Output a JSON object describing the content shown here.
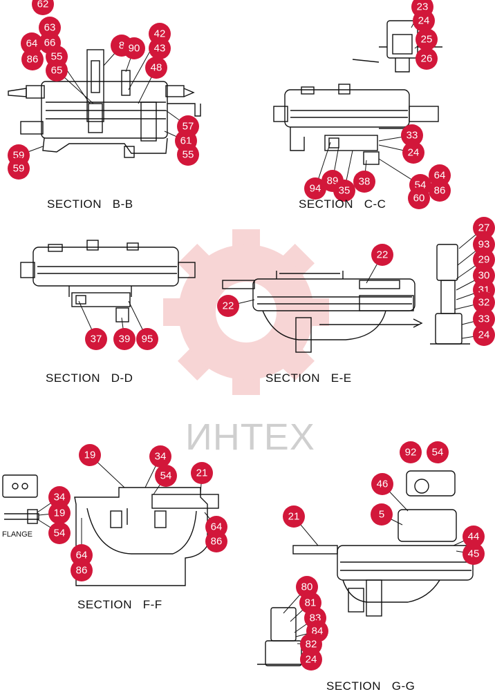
{
  "watermark": {
    "text": "ИНТЕХ",
    "color": "#e23b3b"
  },
  "colors": {
    "badge": "#d2173a",
    "line": "#111111",
    "watermark_gear": "#f2b3b3"
  },
  "flange_label": "FLANGE",
  "sections": [
    {
      "id": "bb",
      "label": "SECTION   B-B",
      "callouts": [
        "62",
        "63",
        "64",
        "66",
        "55",
        "86",
        "65",
        "8",
        "90",
        "42",
        "43",
        "48",
        "57",
        "61",
        "55",
        "59",
        "59"
      ]
    },
    {
      "id": "cc",
      "label": "SECTION   C-C",
      "callouts": [
        "23",
        "24",
        "25",
        "26",
        "33",
        "24",
        "94",
        "89",
        "35",
        "38",
        "64",
        "54",
        "86",
        "60"
      ]
    },
    {
      "id": "dd",
      "label": "SECTION   D-D",
      "callouts": [
        "37",
        "39",
        "95"
      ]
    },
    {
      "id": "ee",
      "label": "SECTION   E-E",
      "callouts": [
        "22",
        "22",
        "27",
        "93",
        "29",
        "30",
        "31",
        "32",
        "33",
        "24"
      ]
    },
    {
      "id": "ff",
      "label": "SECTION   F-F",
      "callouts": [
        "19",
        "34",
        "54",
        "21",
        "34",
        "19",
        "54",
        "64",
        "86",
        "64",
        "86"
      ]
    },
    {
      "id": "gg",
      "label": "SECTION   G-G",
      "callouts": [
        "92",
        "54",
        "46",
        "5",
        "21",
        "44",
        "45",
        "80",
        "81",
        "83",
        "84",
        "82",
        "24"
      ]
    }
  ]
}
